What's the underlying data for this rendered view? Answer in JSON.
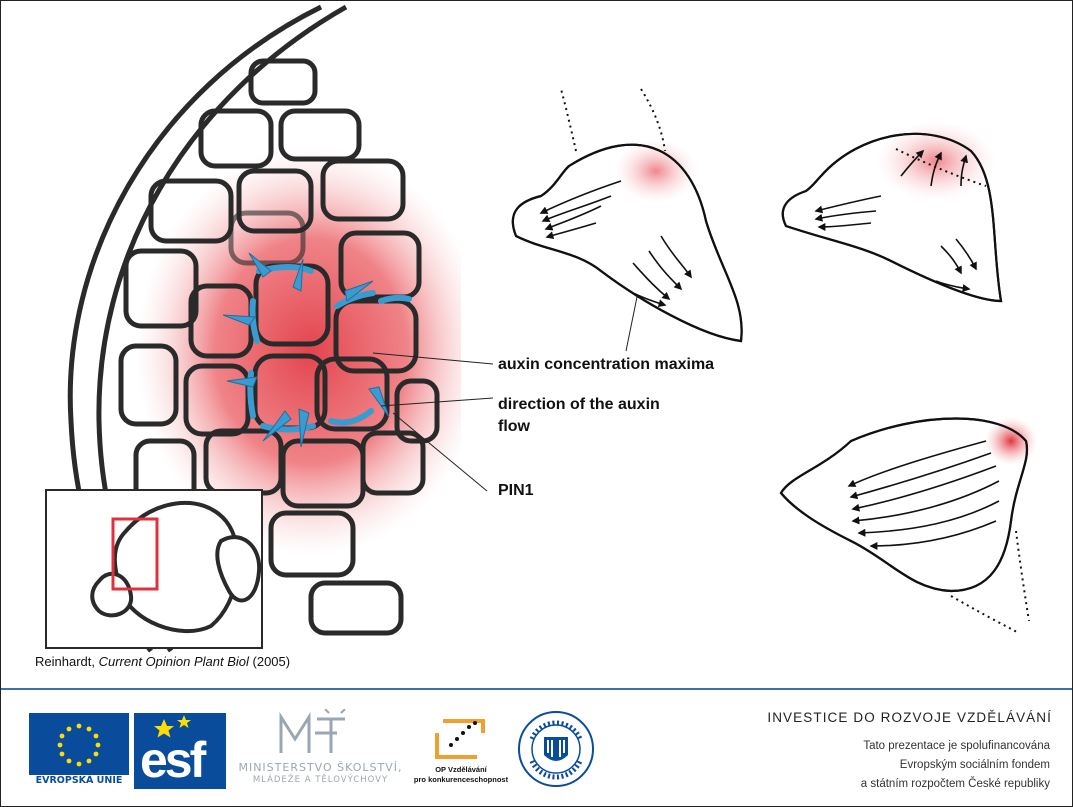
{
  "labels": {
    "auxin_maxima": "auxin concentration maxima",
    "flow_line1": "direction of the auxin",
    "flow_line2": "flow",
    "pin1": "PIN1"
  },
  "citation": {
    "author": "Reinhardt, ",
    "journal": "Current Opinion Plant Biol",
    "year": " (2005)"
  },
  "footer": {
    "eu_label": "EVROPSKÁ UNIE",
    "esf_label": "esf",
    "msmt_line1": "MINISTERSTVO ŠKOLSTVÍ,",
    "msmt_line2": "MLÁDEŽE A TĚLOVÝCHOVY",
    "op_line1": "OP Vzdělávání",
    "op_line2": "pro konkurenceschopnost",
    "muni_text": "UNIVERSITAS MASARYKIANA BRUNENSIS",
    "investice": "INVESTICE DO ROZVOJE VZDĚLÁVÁNÍ",
    "fund_line1": "Tato prezentace je spolufinancována",
    "fund_line2": "Evropským sociálním fondem",
    "fund_line3": "a státním rozpočtem České republiky"
  },
  "colors": {
    "auxin": "#e8424a",
    "pin": "#3a9bd0",
    "eu_blue": "#0a4c9c",
    "footer_rule": "#3f6fa8"
  }
}
